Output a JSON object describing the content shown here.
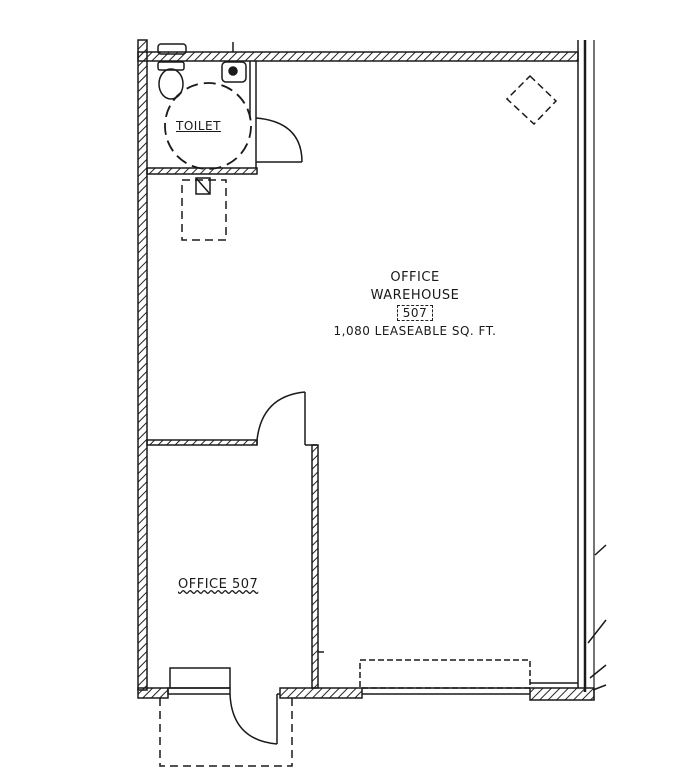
{
  "floor_plan": {
    "unit_number": "507",
    "rooms": {
      "toilet": {
        "label": "TOILET"
      },
      "office_warehouse": {
        "line1": "OFFICE",
        "line2": "WAREHOUSE",
        "unit_tag": "507",
        "area": "1,080 LEASEABLE SQ. FT."
      },
      "office": {
        "label": "OFFICE 507"
      }
    },
    "colors": {
      "ink": "#1a1a1a",
      "background": "#ffffff"
    }
  }
}
